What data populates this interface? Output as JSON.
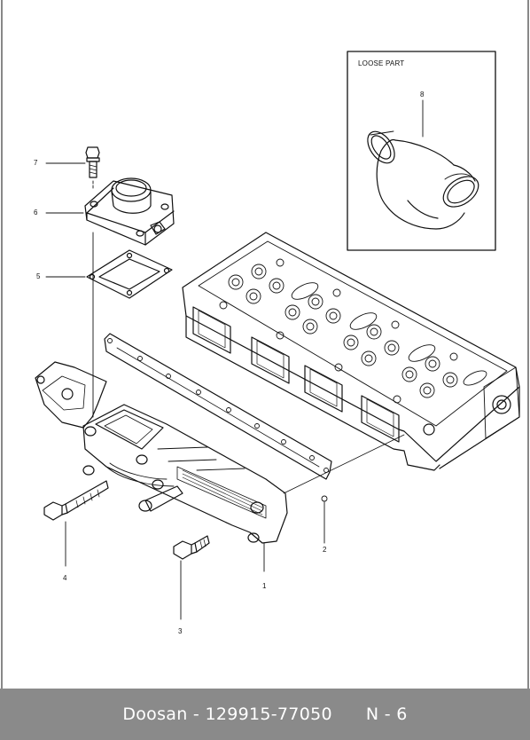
{
  "diagram": {
    "inset_title": "LOOSE PART",
    "callouts": {
      "c1": "1",
      "c2": "2",
      "c3": "3",
      "c4": "4",
      "c5": "5",
      "c6": "6",
      "c7": "7",
      "c8": "8"
    }
  },
  "footer": {
    "brand": "Doosan",
    "separator": " - ",
    "part_number": "129915-77050",
    "page_ref": "N - 6"
  },
  "colors": {
    "footer_bg": "#8a8a8a",
    "line": "#111111"
  }
}
